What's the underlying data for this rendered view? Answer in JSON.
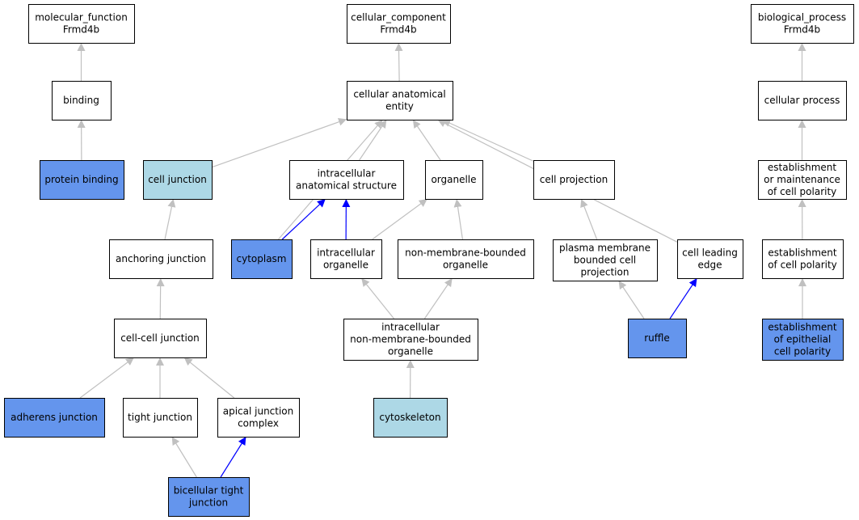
{
  "colors": {
    "white": "#ffffff",
    "highlighted": "#6495ed",
    "light": "#add8e6",
    "edge_gray": "#c0c0c0",
    "edge_blue": "#0000ff"
  },
  "nodes": [
    {
      "id": "mf_root",
      "lines": [
        "molecular_function",
        "Frmd4b"
      ],
      "fill": "white"
    },
    {
      "id": "cc_root",
      "lines": [
        "cellular_component",
        "Frmd4b"
      ],
      "fill": "white"
    },
    {
      "id": "bp_root",
      "lines": [
        "biological_process",
        "Frmd4b"
      ],
      "fill": "white"
    },
    {
      "id": "binding",
      "lines": [
        "binding"
      ],
      "fill": "white"
    },
    {
      "id": "cae",
      "lines": [
        "cellular anatomical",
        "entity"
      ],
      "fill": "white"
    },
    {
      "id": "cellular_process",
      "lines": [
        "cellular process"
      ],
      "fill": "white"
    },
    {
      "id": "protein_binding",
      "lines": [
        "protein binding"
      ],
      "fill": "highlighted"
    },
    {
      "id": "cell_junction",
      "lines": [
        "cell junction"
      ],
      "fill": "light"
    },
    {
      "id": "ias",
      "lines": [
        "intracellular",
        "anatomical structure"
      ],
      "fill": "white"
    },
    {
      "id": "organelle",
      "lines": [
        "organelle"
      ],
      "fill": "white"
    },
    {
      "id": "cell_projection",
      "lines": [
        "cell projection"
      ],
      "fill": "white"
    },
    {
      "id": "est_maint",
      "lines": [
        "establishment",
        "or maintenance",
        "of cell polarity"
      ],
      "fill": "white"
    },
    {
      "id": "anchoring",
      "lines": [
        "anchoring junction"
      ],
      "fill": "white"
    },
    {
      "id": "cytoplasm",
      "lines": [
        "cytoplasm"
      ],
      "fill": "highlighted"
    },
    {
      "id": "ic_org",
      "lines": [
        "intracellular",
        "organelle"
      ],
      "fill": "white"
    },
    {
      "id": "nmb_org",
      "lines": [
        "non-membrane-bounded",
        "organelle"
      ],
      "fill": "white"
    },
    {
      "id": "pm_proj",
      "lines": [
        "plasma membrane",
        "bounded cell",
        "projection"
      ],
      "fill": "white"
    },
    {
      "id": "leading_edge",
      "lines": [
        "cell leading",
        "edge"
      ],
      "fill": "white"
    },
    {
      "id": "est_pol",
      "lines": [
        "establishment",
        "of cell polarity"
      ],
      "fill": "white"
    },
    {
      "id": "cc_junction",
      "lines": [
        "cell-cell junction"
      ],
      "fill": "white"
    },
    {
      "id": "ic_nmb",
      "lines": [
        "intracellular",
        "non-membrane-bounded",
        "organelle"
      ],
      "fill": "white"
    },
    {
      "id": "ruffle",
      "lines": [
        "ruffle"
      ],
      "fill": "highlighted"
    },
    {
      "id": "est_epi",
      "lines": [
        "establishment",
        "of epithelial",
        "cell polarity"
      ],
      "fill": "highlighted"
    },
    {
      "id": "adherens",
      "lines": [
        "adherens junction"
      ],
      "fill": "highlighted"
    },
    {
      "id": "tight",
      "lines": [
        "tight junction"
      ],
      "fill": "white"
    },
    {
      "id": "apical",
      "lines": [
        "apical junction",
        "complex"
      ],
      "fill": "white"
    },
    {
      "id": "cytoskeleton",
      "lines": [
        "cytoskeleton"
      ],
      "fill": "light"
    },
    {
      "id": "bicellular",
      "lines": [
        "bicellular tight",
        "junction"
      ],
      "fill": "highlighted"
    }
  ],
  "edges": [
    {
      "from": "binding",
      "to": "mf_root",
      "color": "edge_gray"
    },
    {
      "from": "protein_binding",
      "to": "binding",
      "color": "edge_gray"
    },
    {
      "from": "cae",
      "to": "cc_root",
      "color": "edge_gray"
    },
    {
      "from": "cellular_process",
      "to": "bp_root",
      "color": "edge_gray"
    },
    {
      "from": "est_maint",
      "to": "cellular_process",
      "color": "edge_gray"
    },
    {
      "from": "est_pol",
      "to": "est_maint",
      "color": "edge_gray"
    },
    {
      "from": "est_epi",
      "to": "est_pol",
      "color": "edge_gray"
    },
    {
      "from": "cell_junction",
      "to": "cae",
      "color": "edge_gray"
    },
    {
      "from": "cytoplasm",
      "to": "cae",
      "color": "edge_gray"
    },
    {
      "from": "ias",
      "to": "cae",
      "color": "edge_gray"
    },
    {
      "from": "organelle",
      "to": "cae",
      "color": "edge_gray"
    },
    {
      "from": "cell_projection",
      "to": "cae",
      "color": "edge_gray"
    },
    {
      "from": "leading_edge",
      "to": "cae",
      "color": "edge_gray"
    },
    {
      "from": "cytoplasm",
      "to": "ias",
      "color": "edge_blue"
    },
    {
      "from": "ic_org",
      "to": "ias",
      "color": "edge_blue"
    },
    {
      "from": "ic_org",
      "to": "organelle",
      "color": "edge_gray"
    },
    {
      "from": "nmb_org",
      "to": "organelle",
      "color": "edge_gray"
    },
    {
      "from": "pm_proj",
      "to": "cell_projection",
      "color": "edge_gray"
    },
    {
      "from": "anchoring",
      "to": "cell_junction",
      "color": "edge_gray"
    },
    {
      "from": "cc_junction",
      "to": "anchoring",
      "color": "edge_gray"
    },
    {
      "from": "ic_nmb",
      "to": "ic_org",
      "color": "edge_gray"
    },
    {
      "from": "ic_nmb",
      "to": "nmb_org",
      "color": "edge_gray"
    },
    {
      "from": "ruffle",
      "to": "pm_proj",
      "color": "edge_gray"
    },
    {
      "from": "ruffle",
      "to": "leading_edge",
      "color": "edge_blue"
    },
    {
      "from": "adherens",
      "to": "cc_junction",
      "color": "edge_gray"
    },
    {
      "from": "tight",
      "to": "cc_junction",
      "color": "edge_gray"
    },
    {
      "from": "apical",
      "to": "cc_junction",
      "color": "edge_gray"
    },
    {
      "from": "cytoskeleton",
      "to": "ic_nmb",
      "color": "edge_gray"
    },
    {
      "from": "bicellular",
      "to": "tight",
      "color": "edge_gray"
    },
    {
      "from": "bicellular",
      "to": "apical",
      "color": "edge_blue"
    }
  ]
}
